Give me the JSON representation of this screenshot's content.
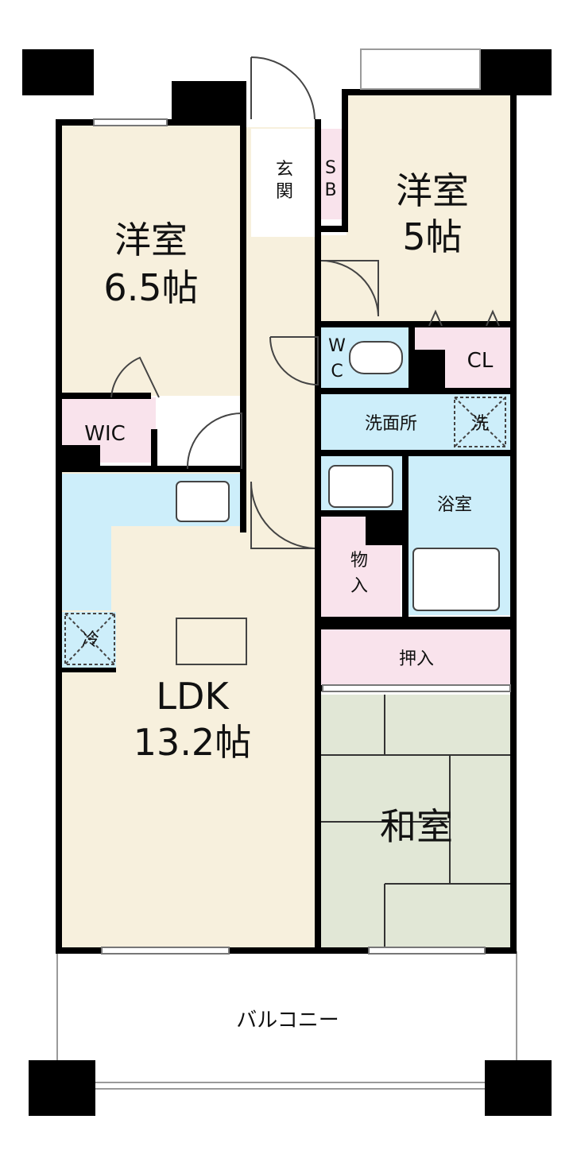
{
  "rooms": {
    "western_left": {
      "name": "洋室",
      "size": "6.5帖"
    },
    "western_right": {
      "name": "洋室",
      "size": "5帖"
    },
    "ldk": {
      "name": "LDK",
      "size": "13.2帖"
    },
    "japanese": {
      "name": "和室"
    },
    "wic": "WIC",
    "entrance": [
      "玄",
      "関"
    ],
    "shoe_box": [
      "S",
      "B"
    ],
    "wc": [
      "W",
      "C"
    ],
    "closet": "CL",
    "washroom": "洗面所",
    "washer": "洗",
    "bathroom": "浴室",
    "storage": [
      "物",
      "入"
    ],
    "oshiire": "押入",
    "fridge": "冷",
    "balcony": "バルコニー"
  },
  "colors": {
    "wall": "#000000",
    "room_floor": "#f7f0dd",
    "wet_area": "#cdeefa",
    "storage": "#f9e3ec",
    "tatami": "#e1e7d6",
    "background": "#ffffff"
  }
}
